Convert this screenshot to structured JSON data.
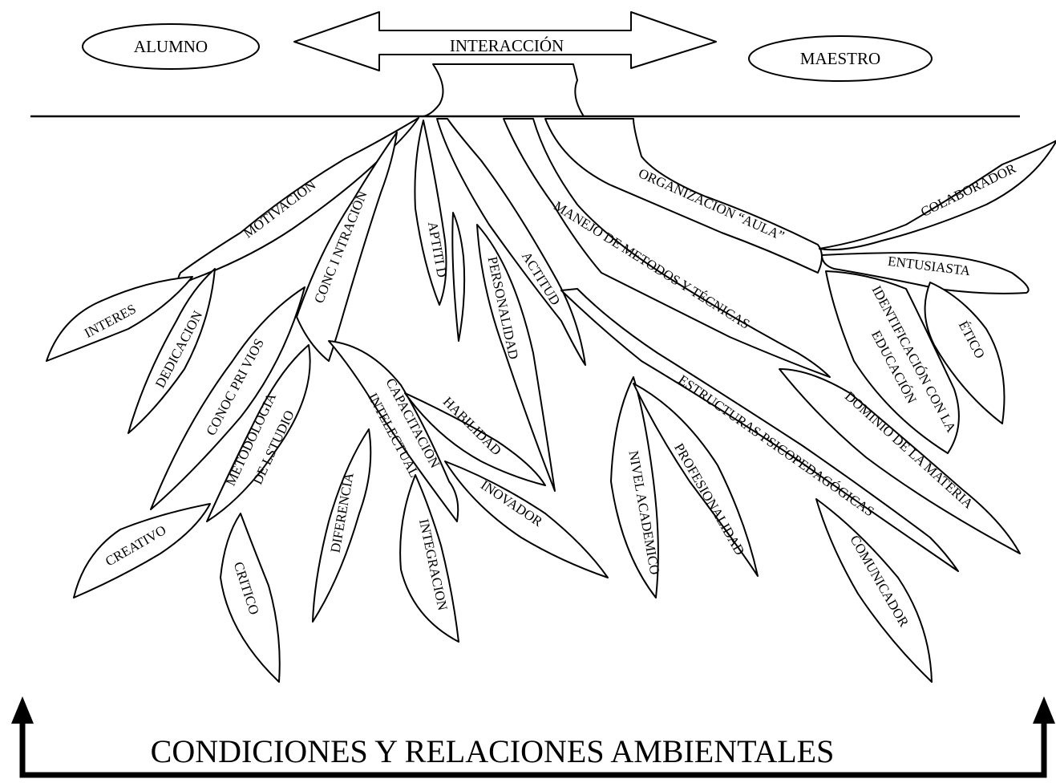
{
  "header": {
    "left_node": "ALUMNO",
    "center_arrow": "INTERACCIÓN",
    "right_node": "MAESTRO"
  },
  "roots": {
    "motivacion": "MOTIVACION",
    "interes": "INTERES",
    "dedicacion": "DEDICACION",
    "concentracion": "CONC I NTRACIÓN",
    "conoc_previos": "CONOC PRI VIOS",
    "metodologia_1": "METODOLOGIA",
    "metodologia_2": "DE LSTUDIO",
    "creativo": "CREATIVO",
    "critico": "CRITICO",
    "aptitud": "APTITI D",
    "personalidad": "PERSONALIDAD",
    "actitud": "ACTITUD",
    "capacitacion_1": "CAPACITACIÓN",
    "capacitacion_2": "INTELECTUAL",
    "habilidad": "HABILIDAD",
    "diferencia": "DIFERENCIA",
    "integracion": "INTEGRACION",
    "inovador": "INOVADOR",
    "manejo": "MANEJO DE METODOS Y TÉCNICAS",
    "organizacion": "ORGANIZACION “AULA”",
    "colaborador": "COLABORADOR",
    "entusiasta": "ENTUSIASTA",
    "identificacion_1": "IDENTIFICACIÓN CON LA",
    "identificacion_2": "EDUCACIÓN",
    "etico": "ÉTICO",
    "estructuras": "ESTRUCTURAS PSICOPEDAGÓGICAS",
    "dominio": "DOMINIO DE LA MATERIA",
    "nivel": "NIVEL ACADEMICO",
    "profesionalidad": "PROFESIONALIDAD",
    "comunicador": "COMUNICADOR"
  },
  "footer": {
    "title": "CONDICIONES Y RELACIONES AMBIENTALES"
  }
}
